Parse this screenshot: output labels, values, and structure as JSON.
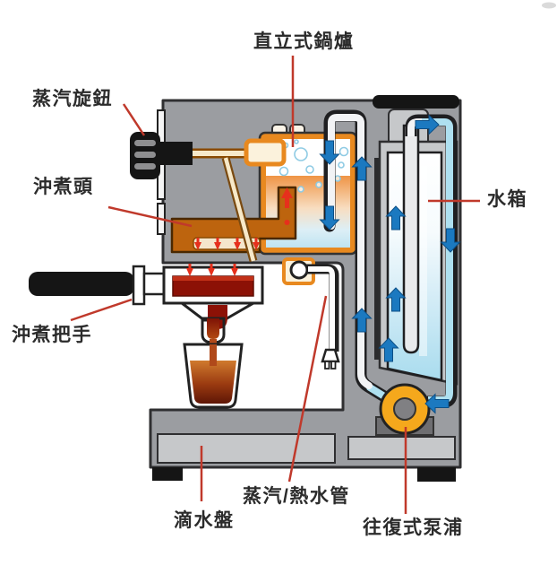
{
  "figure": {
    "labels": {
      "steam_knob": "蒸汽旋鈕",
      "boiler": "直立式鍋爐",
      "water_tank": "水箱",
      "brew_head": "沖煮頭",
      "brew_handle": "沖煮把手",
      "drip_tray": "滴水盤",
      "steam_hot_water_pipe": "蒸汽/熱水管",
      "pump": "往復式泵浦"
    },
    "colors": {
      "machine_gray": "#9B9DA1",
      "panel_light_gray": "#C6C8CA",
      "boiler_orange": "#E8891F",
      "group_head_orange": "#BD640E",
      "water_blue": "#A9DCEE",
      "arrow_blue": "#1B79C0",
      "coffee_dark_red": "#8C1106",
      "pump_orange": "#F5A81C",
      "leader_line_red": "#C0392B",
      "label_text": "#2B2B2B"
    }
  }
}
